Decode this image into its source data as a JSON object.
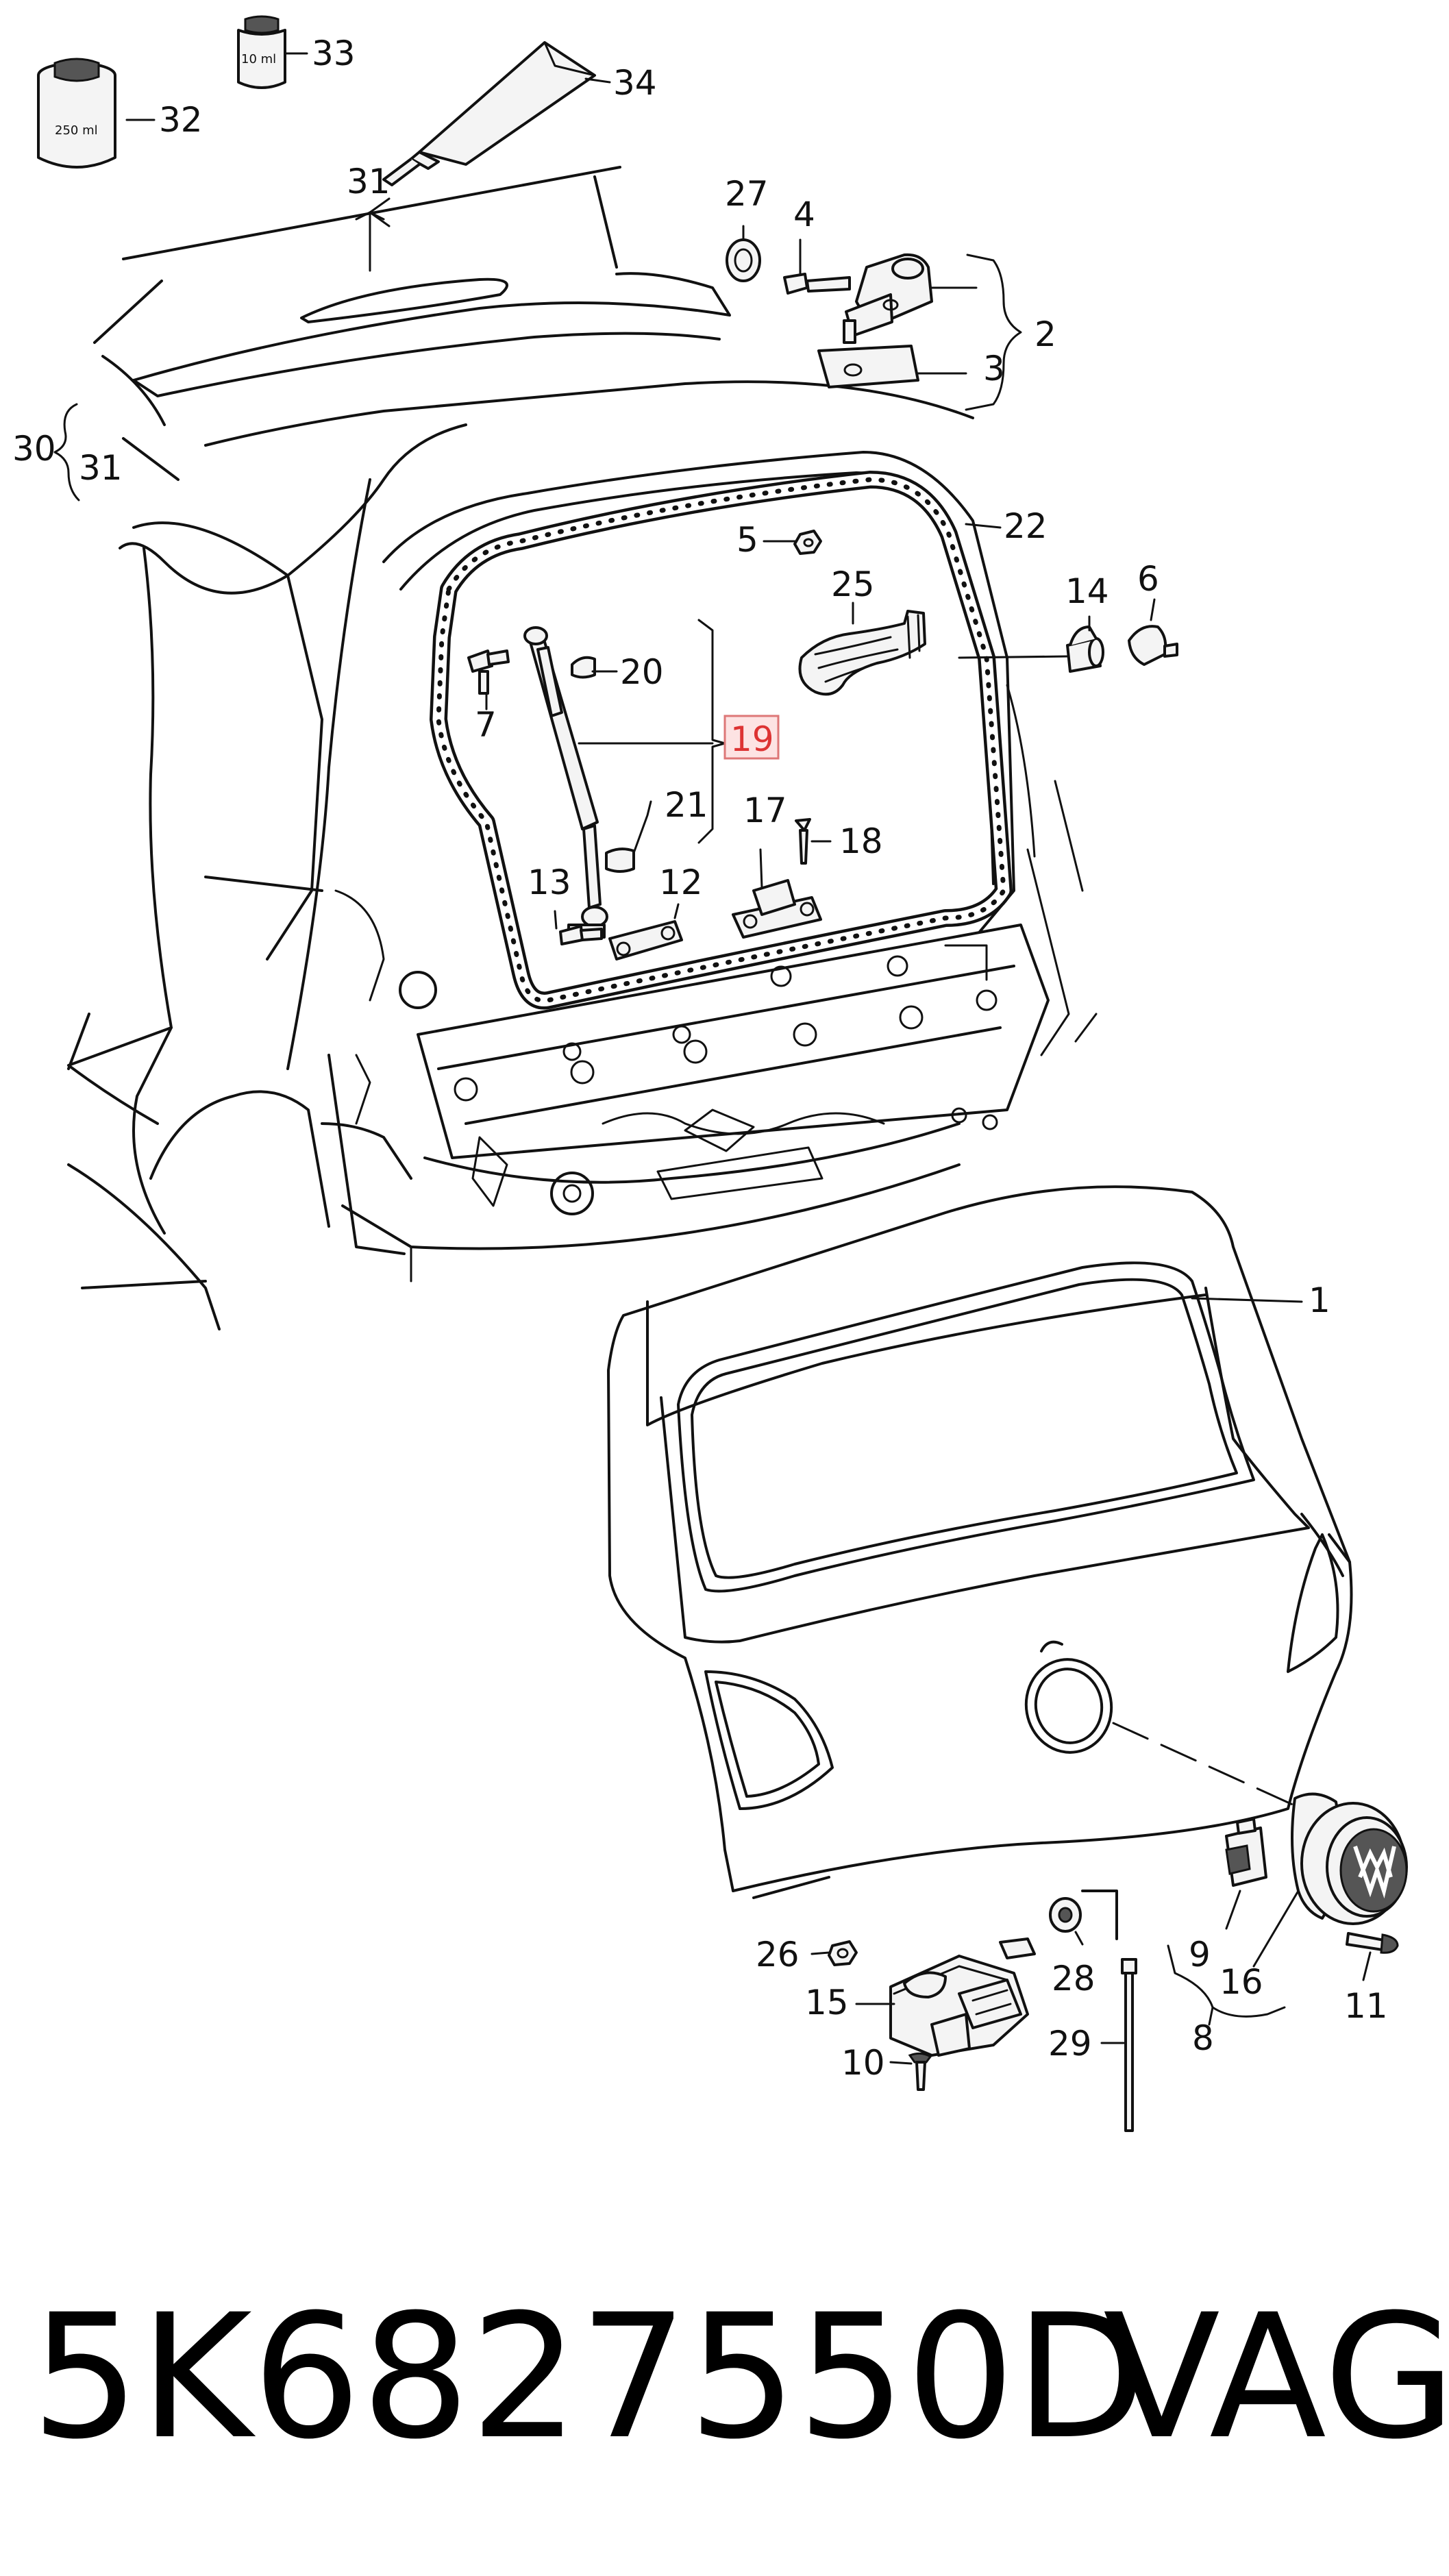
{
  "footer": {
    "part_number": "5K6827550D",
    "brand": "VAG"
  },
  "containers": {
    "bottle_large": "250 ml",
    "bottle_small": "10 ml"
  },
  "callouts": {
    "c1": "1",
    "c2": "2",
    "c3": "3",
    "c4": "4",
    "c5": "5",
    "c6": "6",
    "c7": "7",
    "c8": "8",
    "c9": "9",
    "c10": "10",
    "c11": "11",
    "c12": "12",
    "c13": "13",
    "c14": "14",
    "c15": "15",
    "c16": "16",
    "c17": "17",
    "c18": "18",
    "c19": "19",
    "c20": "20",
    "c21": "21",
    "c22": "22",
    "c25": "25",
    "c26": "26",
    "c27": "27",
    "c28": "28",
    "c29": "29",
    "c30": "30",
    "c31a": "31",
    "c31b": "31",
    "c32": "32",
    "c33": "33",
    "c34": "34"
  },
  "highlighted_callout": "19",
  "colors": {
    "highlight_fill": "#fde3e3",
    "highlight_text": "#d33"
  }
}
